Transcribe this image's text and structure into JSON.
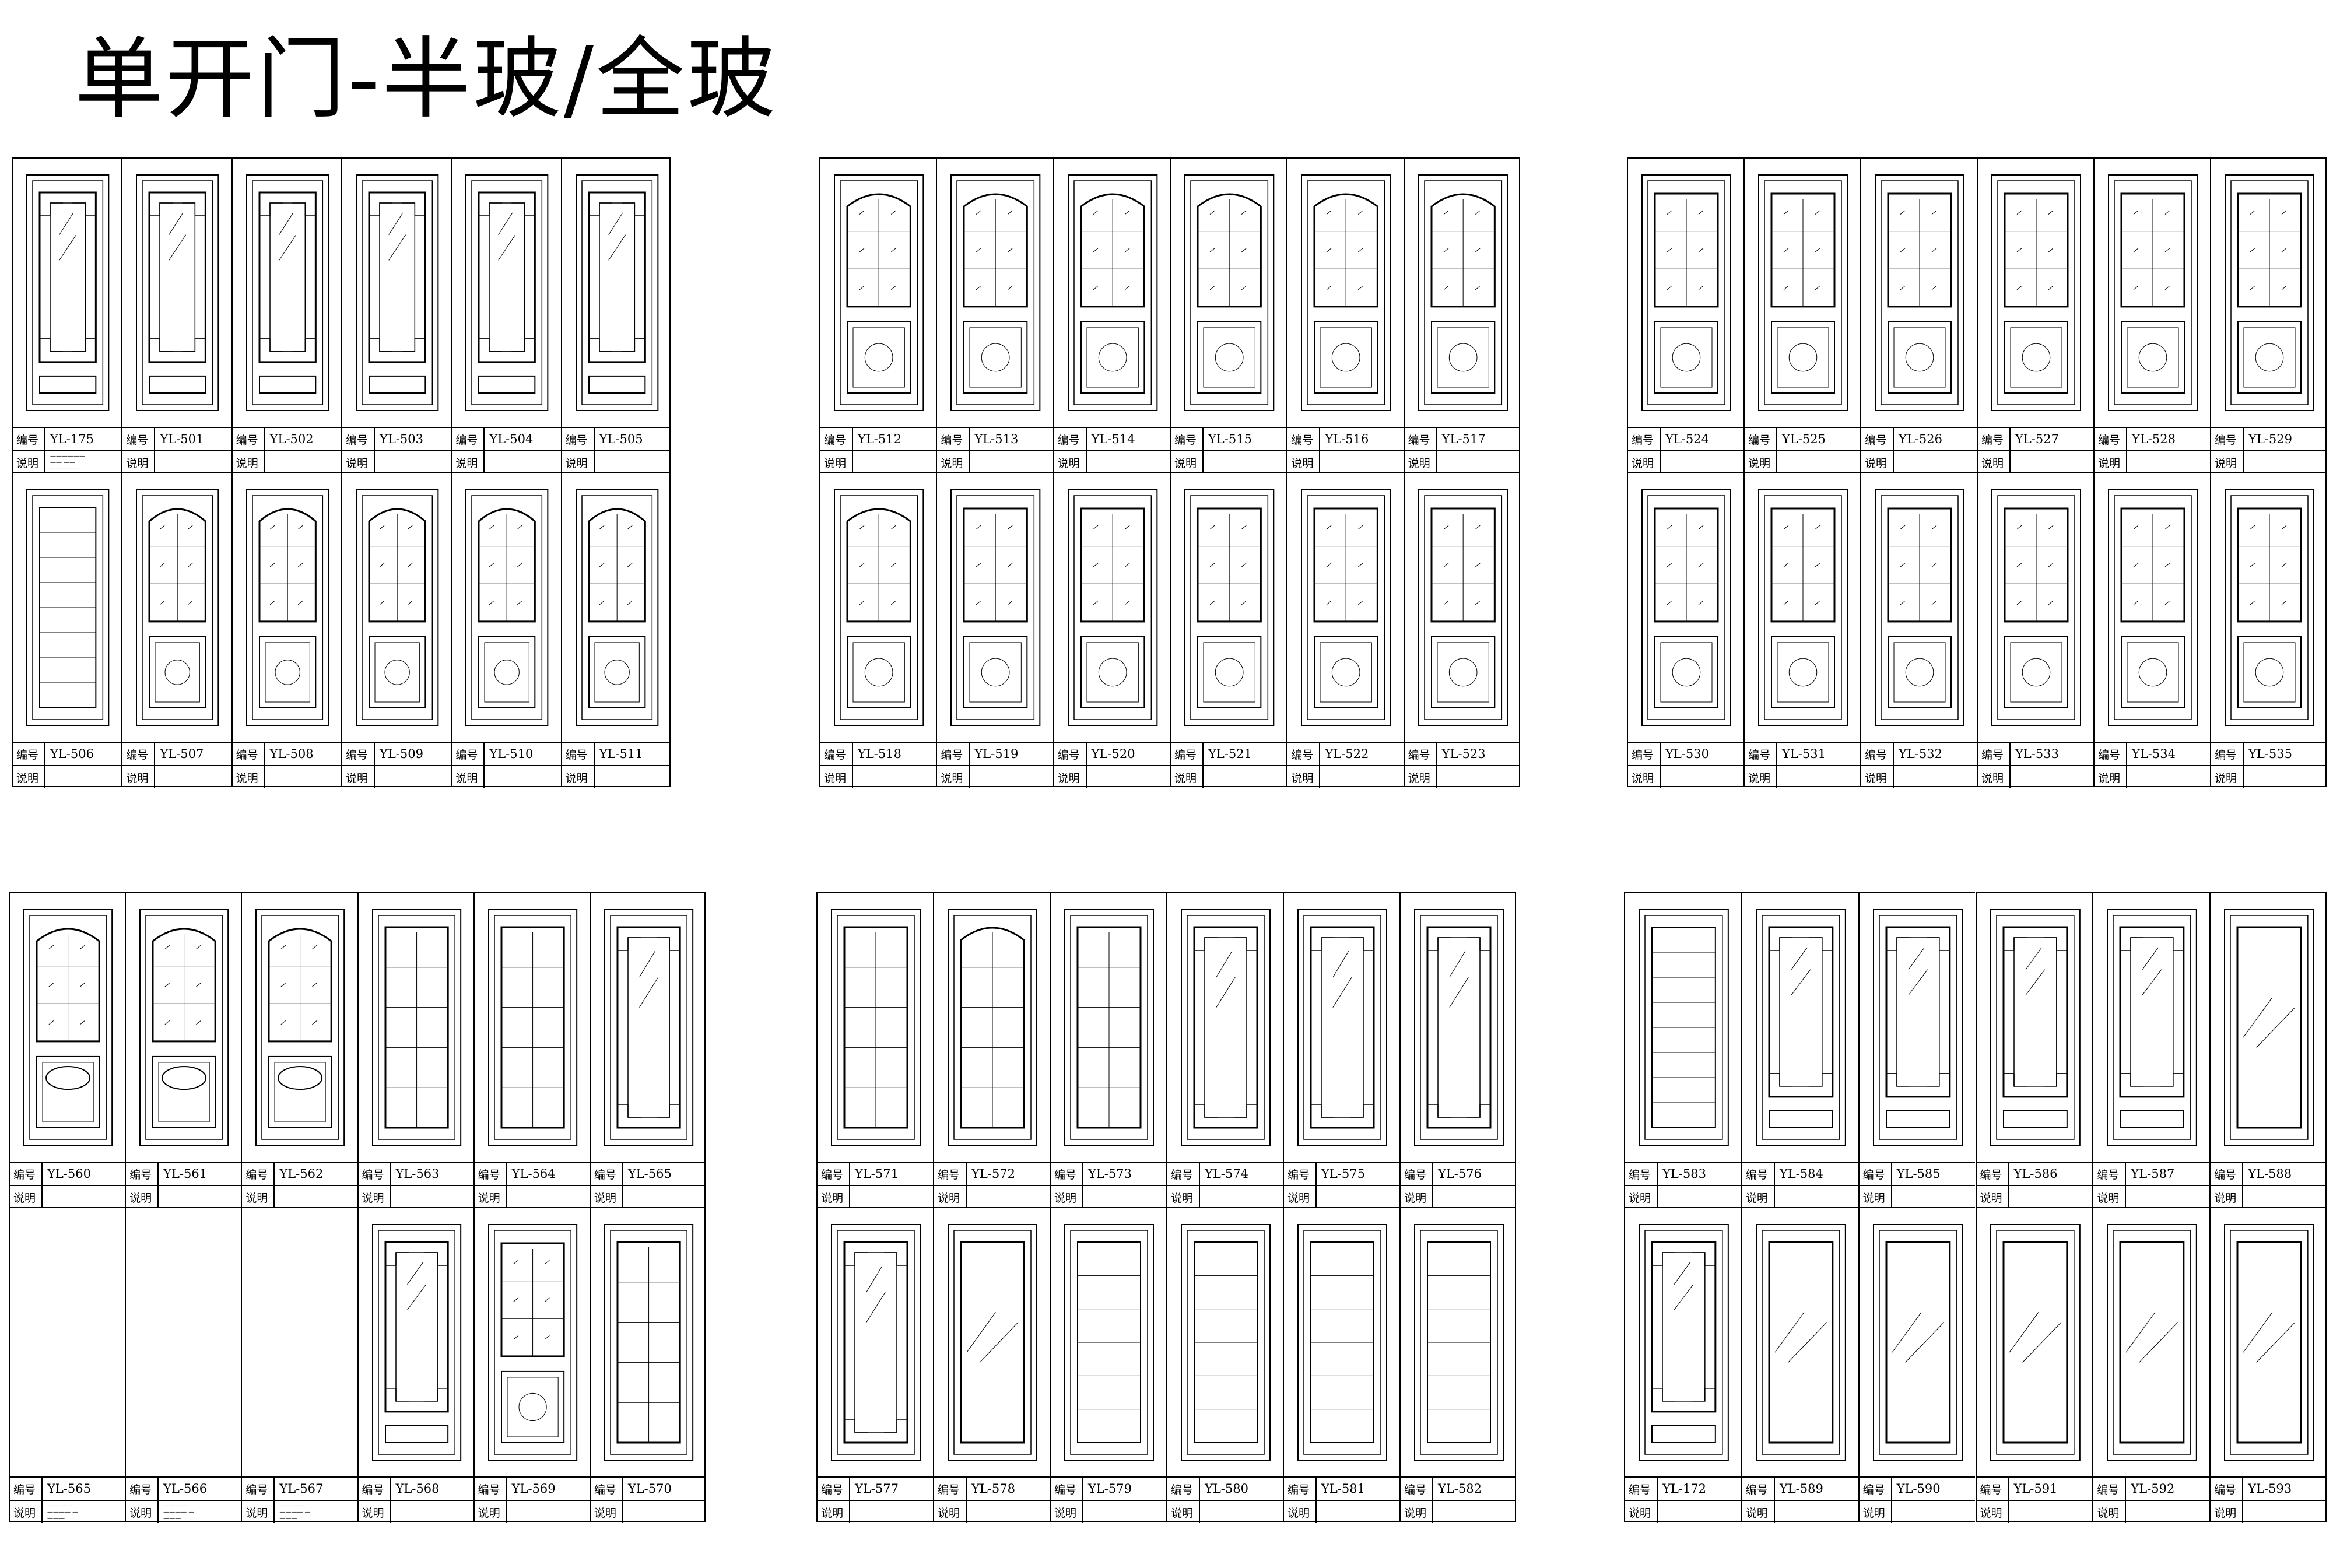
{
  "title": "单开门-半玻/全玻",
  "label_code": "编号",
  "label_note": "说明",
  "panels": [
    {
      "rows": [
        {
          "cells": [
            {
              "code": "YL-175",
              "style": "fret",
              "note": "——————\n—— ——\n—————"
            },
            {
              "code": "YL-501",
              "style": "fret"
            },
            {
              "code": "YL-502",
              "style": "fret"
            },
            {
              "code": "YL-503",
              "style": "fret"
            },
            {
              "code": "YL-504",
              "style": "fret"
            },
            {
              "code": "YL-505",
              "style": "fret"
            }
          ]
        },
        {
          "cells": [
            {
              "code": "YL-506",
              "style": "louver"
            },
            {
              "code": "YL-507",
              "style": "arch"
            },
            {
              "code": "YL-508",
              "style": "arch"
            },
            {
              "code": "YL-509",
              "style": "arch"
            },
            {
              "code": "YL-510",
              "style": "arch"
            },
            {
              "code": "YL-511",
              "style": "arch"
            }
          ]
        }
      ]
    },
    {
      "rows": [
        {
          "cells": [
            {
              "code": "YL-512",
              "style": "arch"
            },
            {
              "code": "YL-513",
              "style": "arch"
            },
            {
              "code": "YL-514",
              "style": "arch"
            },
            {
              "code": "YL-515",
              "style": "arch"
            },
            {
              "code": "YL-516",
              "style": "arch"
            },
            {
              "code": "YL-517",
              "style": "arch"
            }
          ]
        },
        {
          "cells": [
            {
              "code": "YL-518",
              "style": "arch"
            },
            {
              "code": "YL-519",
              "style": "square"
            },
            {
              "code": "YL-520",
              "style": "square"
            },
            {
              "code": "YL-521",
              "style": "square"
            },
            {
              "code": "YL-522",
              "style": "square"
            },
            {
              "code": "YL-523",
              "style": "square"
            }
          ]
        }
      ]
    },
    {
      "rows": [
        {
          "cells": [
            {
              "code": "YL-524",
              "style": "square"
            },
            {
              "code": "YL-525",
              "style": "square"
            },
            {
              "code": "YL-526",
              "style": "square"
            },
            {
              "code": "YL-527",
              "style": "square"
            },
            {
              "code": "YL-528",
              "style": "square"
            },
            {
              "code": "YL-529",
              "style": "square"
            }
          ]
        },
        {
          "cells": [
            {
              "code": "YL-530",
              "style": "square"
            },
            {
              "code": "YL-531",
              "style": "square"
            },
            {
              "code": "YL-532",
              "style": "square"
            },
            {
              "code": "YL-533",
              "style": "square"
            },
            {
              "code": "YL-534",
              "style": "square"
            },
            {
              "code": "YL-535",
              "style": "square"
            }
          ]
        }
      ]
    },
    {
      "rows": [
        {
          "cells": [
            {
              "code": "YL-560",
              "style": "carved"
            },
            {
              "code": "YL-561",
              "style": "carved"
            },
            {
              "code": "YL-562",
              "style": "carved"
            },
            {
              "code": "YL-563",
              "style": "tall"
            },
            {
              "code": "YL-564",
              "style": "tall"
            },
            {
              "code": "YL-565",
              "style": "tallfret"
            }
          ]
        },
        {
          "cells": [
            {
              "code": "YL-565",
              "style": "empty",
              "note": "—— ——\n———— —\n———"
            },
            {
              "code": "YL-566",
              "style": "empty",
              "note": "—— ——\n———— —\n———"
            },
            {
              "code": "YL-567",
              "style": "empty",
              "note": "—— ——\n———— —\n———"
            },
            {
              "code": "YL-568",
              "style": "fret"
            },
            {
              "code": "YL-569",
              "style": "square"
            },
            {
              "code": "YL-570",
              "style": "tall"
            }
          ]
        }
      ]
    },
    {
      "rows": [
        {
          "cells": [
            {
              "code": "YL-571",
              "style": "tall"
            },
            {
              "code": "YL-572",
              "style": "tallarch"
            },
            {
              "code": "YL-573",
              "style": "tall"
            },
            {
              "code": "YL-574",
              "style": "tallfret"
            },
            {
              "code": "YL-575",
              "style": "tallfret"
            },
            {
              "code": "YL-576",
              "style": "tallfret"
            }
          ]
        },
        {
          "cells": [
            {
              "code": "YL-577",
              "style": "tallfret"
            },
            {
              "code": "YL-578",
              "style": "fullglass"
            },
            {
              "code": "YL-579",
              "style": "strips"
            },
            {
              "code": "YL-580",
              "style": "strips"
            },
            {
              "code": "YL-581",
              "style": "strips"
            },
            {
              "code": "YL-582",
              "style": "strips"
            }
          ]
        }
      ]
    },
    {
      "rows": [
        {
          "cells": [
            {
              "code": "YL-583",
              "style": "louver"
            },
            {
              "code": "YL-584",
              "style": "fret"
            },
            {
              "code": "YL-585",
              "style": "fret"
            },
            {
              "code": "YL-586",
              "style": "fret"
            },
            {
              "code": "YL-587",
              "style": "fret"
            },
            {
              "code": "YL-588",
              "style": "fullglass"
            }
          ]
        },
        {
          "cells": [
            {
              "code": "YL-172",
              "style": "fret"
            },
            {
              "code": "YL-589",
              "style": "fullglass"
            },
            {
              "code": "YL-590",
              "style": "fullglass"
            },
            {
              "code": "YL-591",
              "style": "fullglass"
            },
            {
              "code": "YL-592",
              "style": "fullglass"
            },
            {
              "code": "YL-593",
              "style": "fullglass"
            }
          ]
        }
      ]
    }
  ]
}
